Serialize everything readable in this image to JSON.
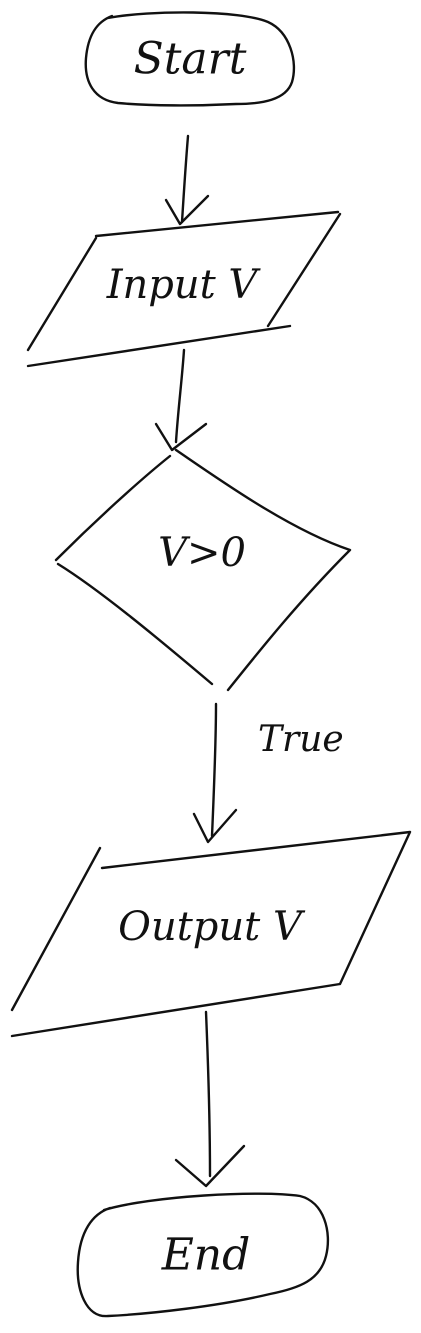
{
  "flowchart": {
    "start": {
      "label": "Start"
    },
    "input": {
      "label": "Input V"
    },
    "decision": {
      "label": "V>0"
    },
    "edge_true": {
      "label": "True"
    },
    "output": {
      "label": "Output V"
    },
    "end": {
      "label": "End"
    }
  }
}
